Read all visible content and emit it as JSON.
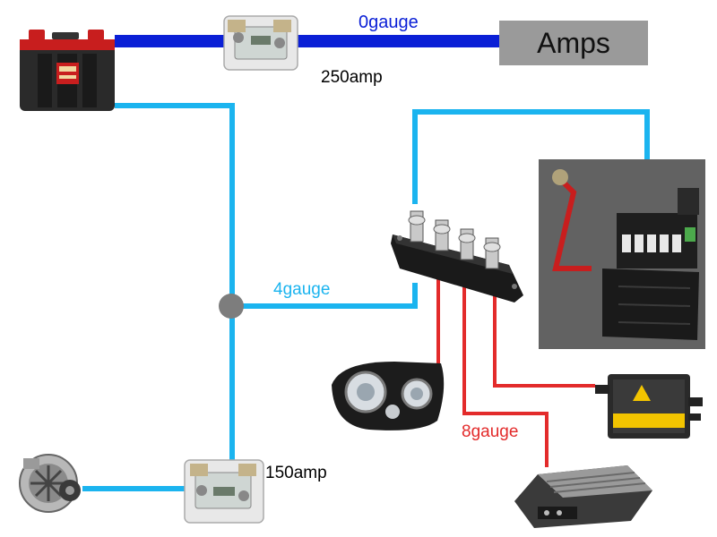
{
  "labels": {
    "amps": "Amps",
    "gauge_0": "0gauge",
    "gauge_4": "4gauge",
    "gauge_8": "8gauge",
    "fuse_250": "250amp",
    "fuse_150": "150amp"
  },
  "colors": {
    "wire_0gauge": "#0a1fd6",
    "wire_4gauge": "#1bb4ef",
    "wire_8gauge": "#e32b2b",
    "junction": "#7d7d7d",
    "amps_box": "#9a9a9a"
  },
  "icons": {
    "battery": "battery-icon",
    "fuse_main": "fuse-holder-icon",
    "fuse_secondary": "fuse-holder-icon",
    "alternator": "alternator-icon",
    "distribution_block": "distribution-block-icon",
    "fuse_box": "fuse-box-photo",
    "headlight": "headlight-icon",
    "hid_ballast": "hid-ballast-icon",
    "amplifier": "amplifier-icon"
  }
}
